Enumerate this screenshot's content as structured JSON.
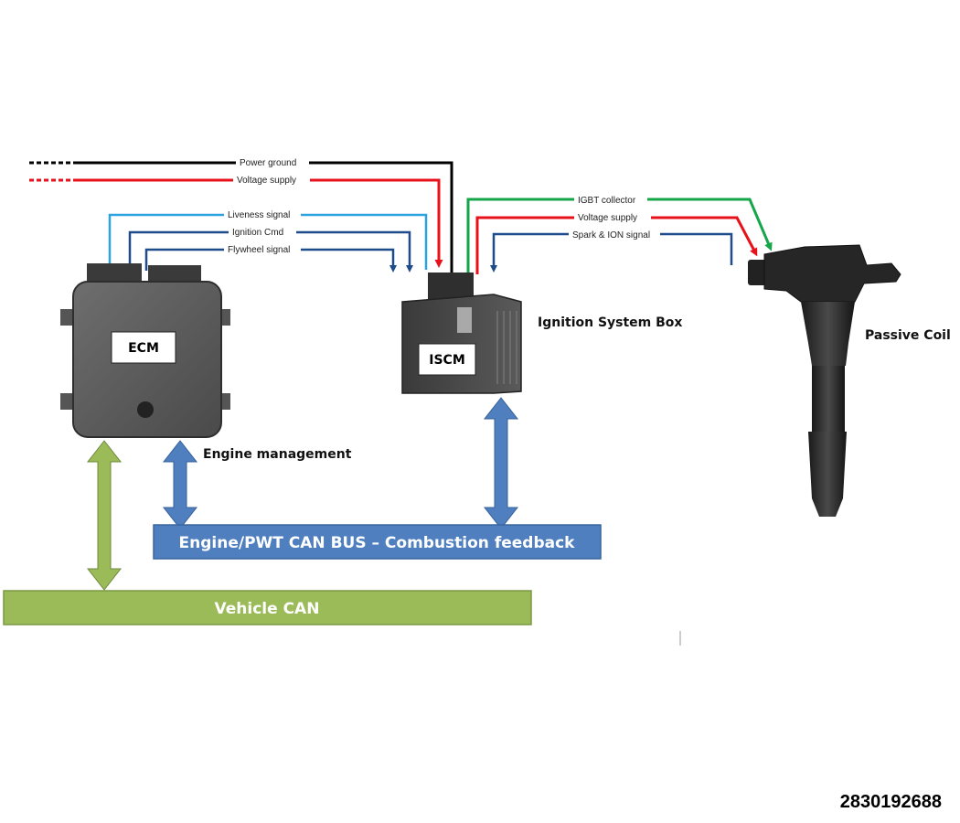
{
  "wires_left": {
    "power_ground": "Power ground",
    "voltage_supply": "Voltage supply",
    "liveness": "Liveness signal",
    "ignition_cmd": "Ignition Cmd",
    "flywheel": "Flywheel signal"
  },
  "wires_right": {
    "igbt": "IGBT collector",
    "voltage_supply": "Voltage supply",
    "spark_ion": "Spark & ION signal"
  },
  "ecm": {
    "label": "ECM"
  },
  "iscm": {
    "label": "ISCM",
    "caption": "Ignition System Box"
  },
  "coil": {
    "caption": "Passive Coil"
  },
  "engine_management": "Engine management",
  "buses": {
    "engine_can": "Engine/PWT CAN BUS – Combustion feedback",
    "vehicle_can": "Vehicle CAN"
  },
  "image_id": "2830192688",
  "colors": {
    "black_wire": "#000000",
    "red_wire": "#e8101a",
    "green_wire": "#16a64a",
    "light_blue_wire": "#2aa3df",
    "dark_blue_wire": "#1e4c8a",
    "engine_bus": "#4f7fbf",
    "vehicle_bus": "#9bbb59"
  }
}
